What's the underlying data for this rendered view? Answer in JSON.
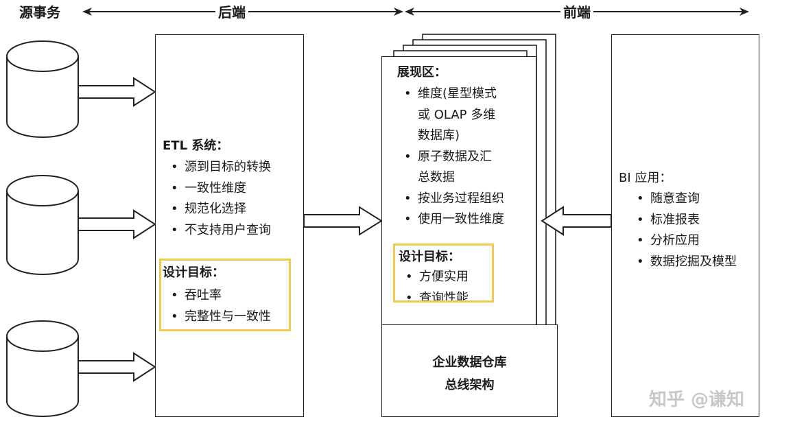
{
  "header": {
    "source": "源事务",
    "backend": "后端",
    "frontend": "前端"
  },
  "etl": {
    "title": "ETL 系统：",
    "items": [
      "源到目标的转换",
      "一致性维度",
      "规范化选择",
      "不支持用户查询"
    ],
    "design_title": "设计目标：",
    "design_items": [
      "吞吐率",
      "完整性与一致性"
    ]
  },
  "presentation": {
    "title": "展现区：",
    "items": [
      "维度(星型模式",
      "或 OLAP 多维",
      "数据库)",
      "原子数据及汇",
      "总数据",
      "按业务过程组织",
      "使用一致性维度"
    ],
    "design_title": "设计目标：",
    "design_items": [
      "方便实用",
      "查询性能"
    ],
    "footer_line1": "企业数据仓库",
    "footer_line2": "总线架构"
  },
  "bi": {
    "title": "BI 应用：",
    "items": [
      "随意查询",
      "标准报表",
      "分析应用",
      "数据挖掘及模型"
    ]
  },
  "watermark": "知乎 @谦知",
  "colors": {
    "highlight": "#f2c94c",
    "stroke": "#222222"
  }
}
